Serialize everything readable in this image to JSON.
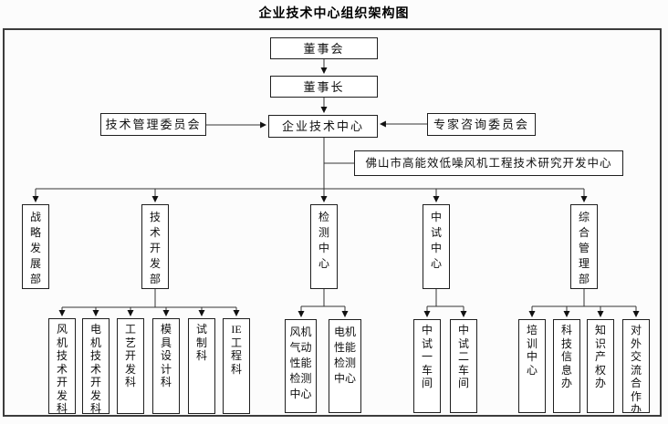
{
  "title": "企业技术中心组织架构图",
  "nodes": {
    "board": "董事会",
    "chairman": "董事长",
    "tech_center": "企业技术中心",
    "tech_mgmt_committee": "技术管理委员会",
    "expert_committee": "专家咨询委员会",
    "rd_center": "佛山市高能效低噪风机工程技术研究开发中心"
  },
  "departments": {
    "strategy": "战略发展部",
    "tech_dev": "技术开发部",
    "testing": "检测中心",
    "pilot": "中试中心",
    "admin": "综合管理部"
  },
  "sections": {
    "fan_tech": "风机技术开发科",
    "motor_tech": "电机技术开发科",
    "process": "工艺开发科",
    "mold": "模具设计科",
    "trial": "试制科",
    "ie": "IE工程科",
    "fan_aero": "风机气动性能检测中心",
    "motor_perf": "电机性能检测中心",
    "pilot_ws1": "中试一车间",
    "pilot_ws2": "中试二车间",
    "training": "培训中心",
    "sci_info": "科技信息办",
    "ip": "知识产权办",
    "external": "对外交流合作办"
  },
  "colors": {
    "line": "#333333",
    "box_border": "#1f1f1f",
    "frame_border": "#3c3c3c",
    "background": "#fcfcfc"
  }
}
